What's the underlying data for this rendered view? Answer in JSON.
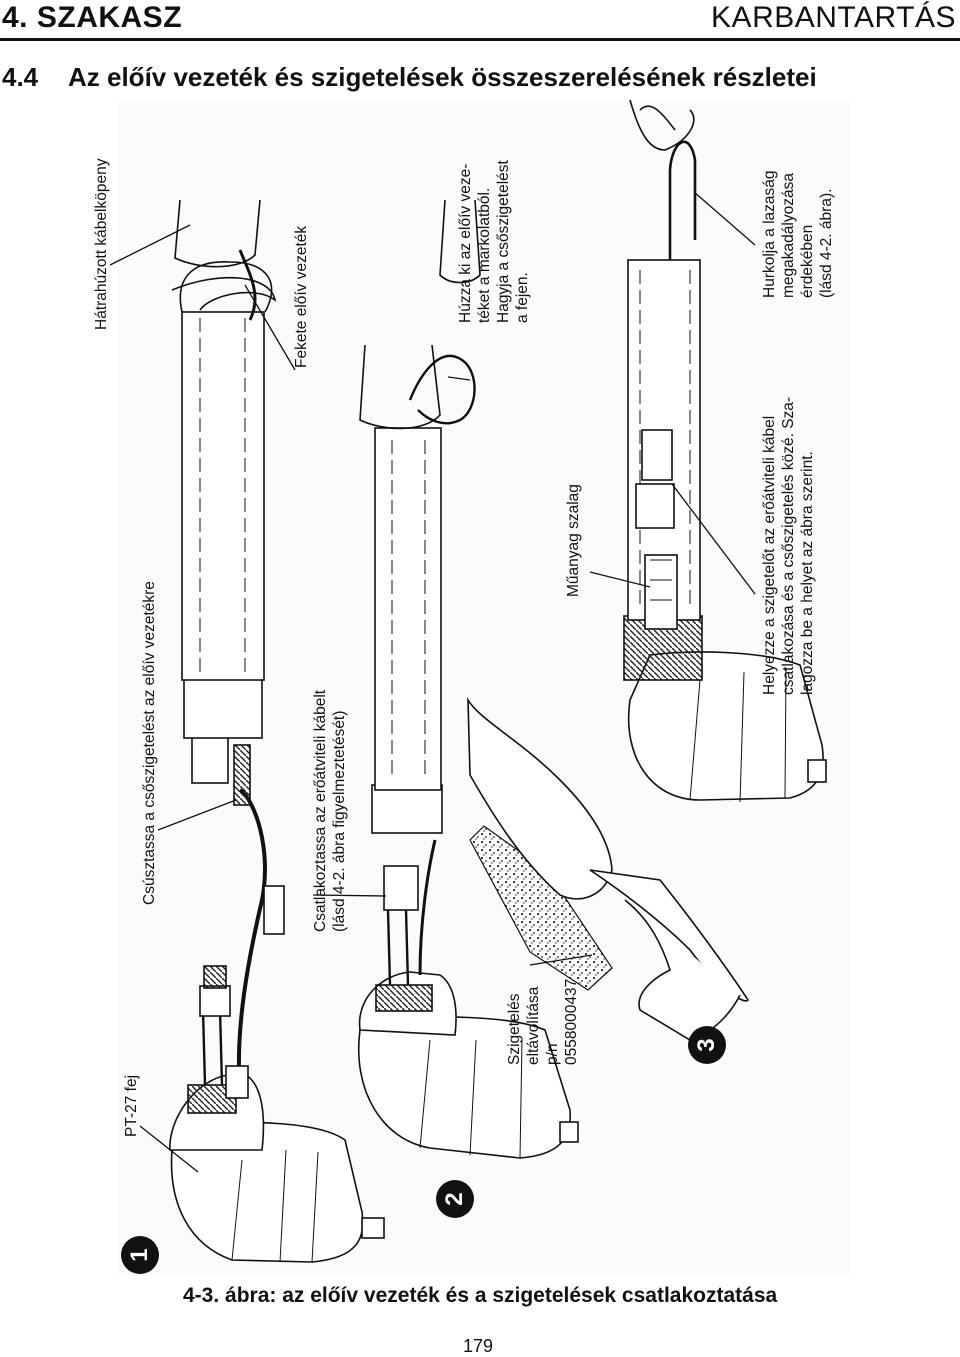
{
  "header": {
    "section": "4. SZAKASZ",
    "chapter": "KARBANTARTÁS"
  },
  "subsection": {
    "number": "4.4",
    "title": "Az előív vezeték és szigetelések összeszerelésének részletei"
  },
  "steps": [
    {
      "number": "1"
    },
    {
      "number": "2"
    },
    {
      "number": "3"
    }
  ],
  "labels": {
    "sleeve": "Hátrahúzott kábelköpeny",
    "slide_insulation": "Csúsztassa a csőszigetelést az előív vezetékre",
    "black_wire": "Fekete előív vezeték",
    "torch_head": "PT-27 fej",
    "connect": {
      "line1": "Csatlakoztassa az erőátviteli kábelt",
      "line2": "(lásd 4-2. ábra figyelmeztetését)"
    },
    "insulation_removal": {
      "line1": "Szigetelés",
      "line2": "eltávolítása",
      "line3": "p/n",
      "line4": "0558000437"
    },
    "pull_out": {
      "line1": "Húzza ki az előív veze-",
      "line2": "téket a markolatból.",
      "line3": "Hagyja a csőszigetelést",
      "line4": "a fejen."
    },
    "plastic_tape": "Műanyag szalag",
    "position": {
      "line1": "Helyezze a szigetelőt az erőátviteli kábel",
      "line2": "csatlakozása és a csőszigetelés közé. Sza-",
      "line3": "lagozza be a helyet az ábra szerint."
    },
    "loop": {
      "line1": "Hurkolja a lazaság",
      "line2": "megakadályozása",
      "line3": "érdekében",
      "line4": "(lásd 4-2. ábra)."
    }
  },
  "caption": "4-3. ábra: az előív vezeték és a szigetelések csatlakoztatása",
  "page_number": "179"
}
